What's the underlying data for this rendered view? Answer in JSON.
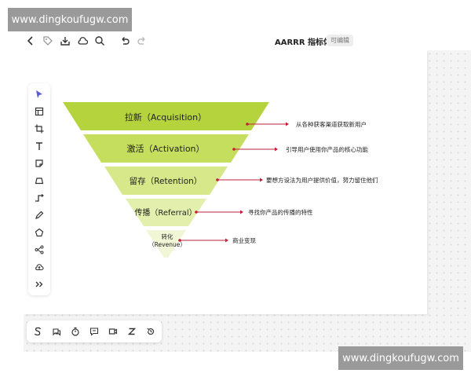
{
  "watermark": {
    "text": "www.dingkoufugw.com"
  },
  "topbar": {
    "title": "AARRR 指标体系",
    "badge": "可编辑",
    "icons": [
      "back-icon",
      "tag-icon",
      "download-icon",
      "cloud-icon",
      "search-icon",
      "undo-icon",
      "redo-icon"
    ]
  },
  "left_toolbar": {
    "icons": [
      "pointer-icon",
      "frame-icon",
      "crop-icon",
      "text-icon",
      "sticky-note-icon",
      "shape-icon",
      "connector-icon",
      "pen-icon",
      "polygon-icon",
      "mindmap-icon",
      "upload-icon",
      "more-icon"
    ]
  },
  "bottom_toolbar": {
    "icons": [
      "s-icon",
      "comment-icon",
      "timer-icon",
      "chat-icon",
      "video-icon",
      "z-icon",
      "history-icon"
    ]
  },
  "funnel": {
    "stages": [
      {
        "label": "拉新（Acquisition）",
        "note": "从各种获客渠道获取新用户",
        "color": "#b5d33c"
      },
      {
        "label": "激活（Activation）",
        "note": "引导用户使用你产品的核心功能",
        "color": "#c6de5e"
      },
      {
        "label": "留存（Retention）",
        "note": "要想方设法为用户提供价值，努力留住他们",
        "color": "#d6e88a"
      },
      {
        "label": "传播（Referral）",
        "note": "寻找你产品的传播的特性",
        "color": "#e3efad"
      },
      {
        "label_line1": "转化",
        "label_line2": "（Revenue）",
        "note": "商业变现",
        "color": "#f1f7d6"
      }
    ],
    "arrow_color": "#c0213a"
  }
}
